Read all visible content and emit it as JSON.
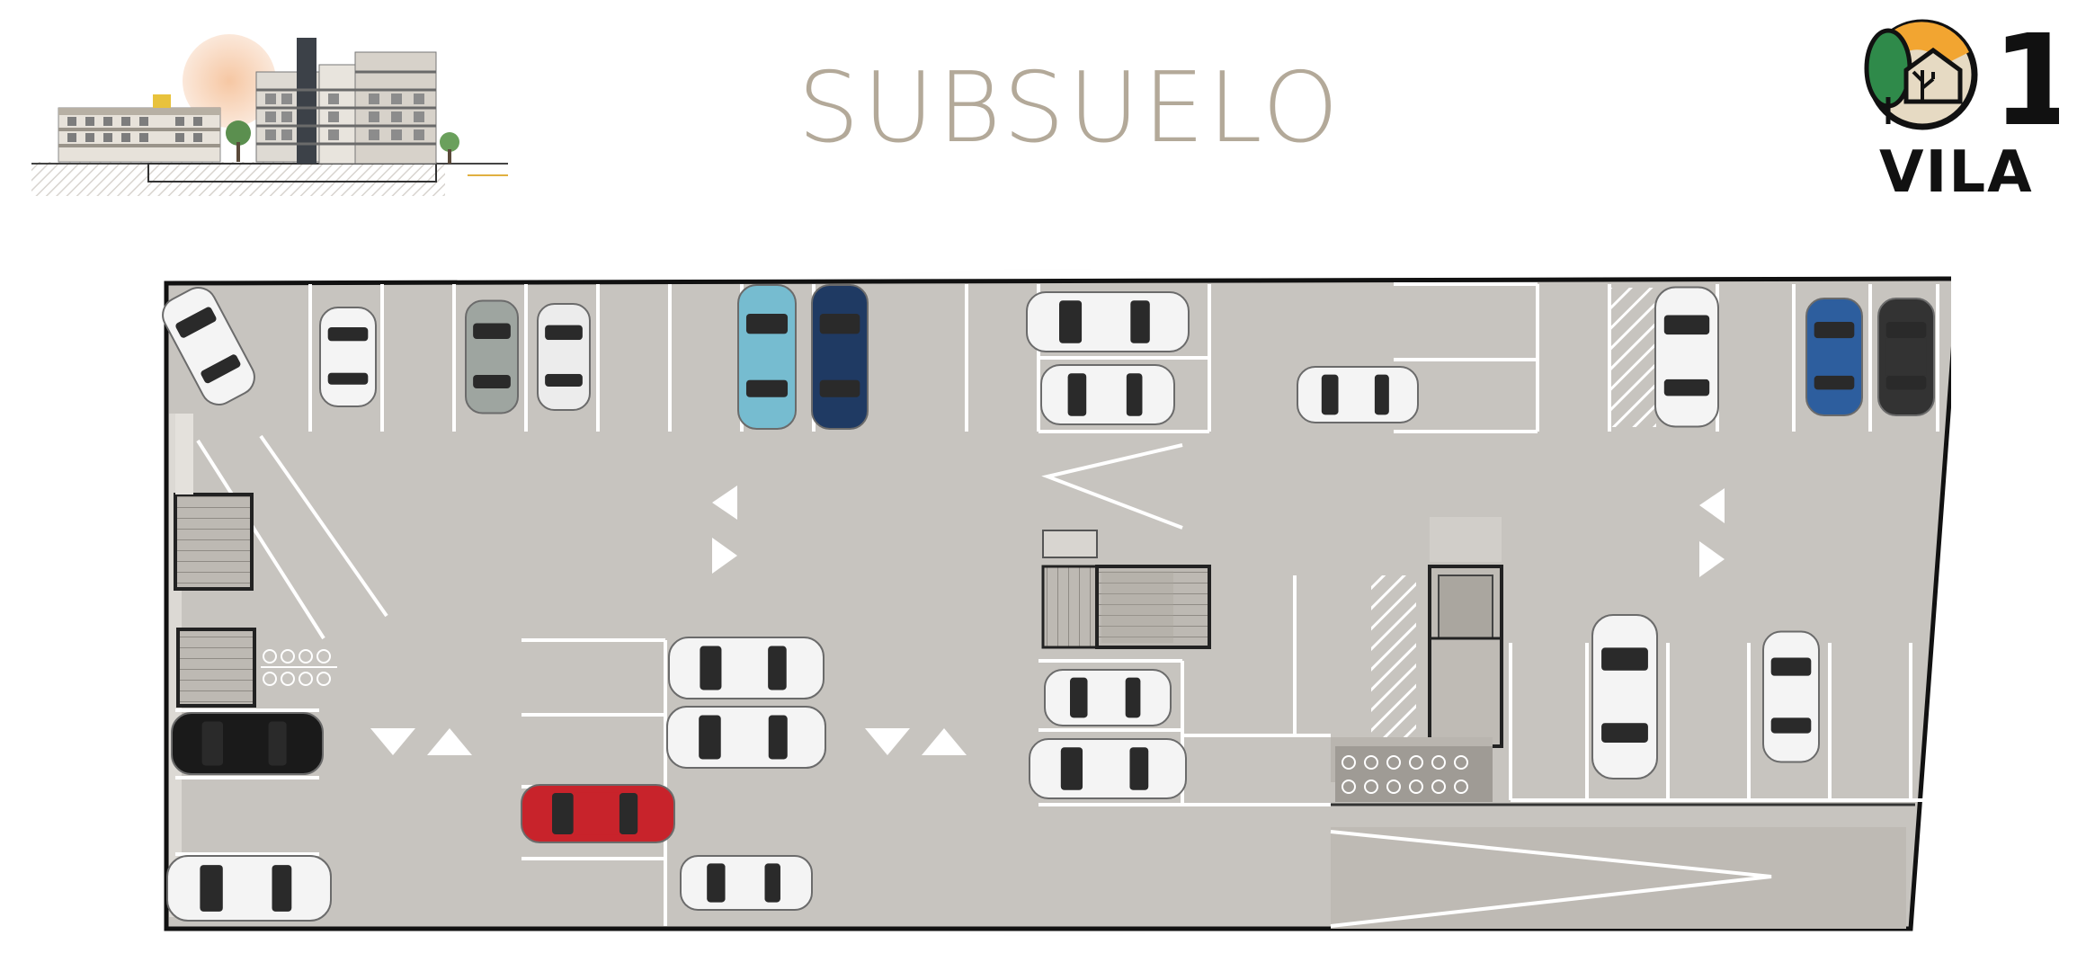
{
  "header": {
    "title": "SUBSUELO"
  },
  "logo": {
    "number": "1",
    "word": "VILA",
    "colors": {
      "green": "#2f8a4a",
      "orange": "#f2a531",
      "beige": "#e6dac3",
      "dark": "#111111"
    }
  },
  "thumbnail": {
    "icon": "building-section-icon"
  },
  "plan": {
    "icon": "parking-floor-plan",
    "colors": {
      "floor": "#c7c4bf",
      "lines": "#ffffff",
      "border": "#111111"
    },
    "cars": [
      {
        "color": "#f4f4f4",
        "orientation": "diagonal"
      },
      {
        "color": "#f4f4f4",
        "orientation": "vertical"
      },
      {
        "color": "#9ea5a0",
        "orientation": "vertical"
      },
      {
        "color": "#ececec",
        "orientation": "vertical"
      },
      {
        "color": "#76bcd0",
        "orientation": "vertical"
      },
      {
        "color": "#1f3a63",
        "orientation": "vertical"
      },
      {
        "color": "#f4f4f4",
        "orientation": "horizontal"
      },
      {
        "color": "#f4f4f4",
        "orientation": "horizontal"
      },
      {
        "color": "#f4f4f4",
        "orientation": "horizontal"
      },
      {
        "color": "#f4f4f4",
        "orientation": "vertical"
      },
      {
        "color": "#2d5e9e",
        "orientation": "vertical"
      },
      {
        "color": "#333333",
        "orientation": "vertical"
      },
      {
        "color": "#1a1a1a",
        "orientation": "horizontal"
      },
      {
        "color": "#f4f4f4",
        "orientation": "horizontal"
      },
      {
        "color": "#f4f4f4",
        "orientation": "horizontal"
      },
      {
        "color": "#f4f4f4",
        "orientation": "horizontal"
      },
      {
        "color": "#c8232b",
        "orientation": "horizontal"
      },
      {
        "color": "#f4f4f4",
        "orientation": "horizontal"
      },
      {
        "color": "#f4f4f4",
        "orientation": "horizontal"
      },
      {
        "color": "#f4f4f4",
        "orientation": "horizontal"
      },
      {
        "color": "#f4f4f4",
        "orientation": "vertical"
      },
      {
        "color": "#f4f4f4",
        "orientation": "vertical"
      }
    ]
  }
}
